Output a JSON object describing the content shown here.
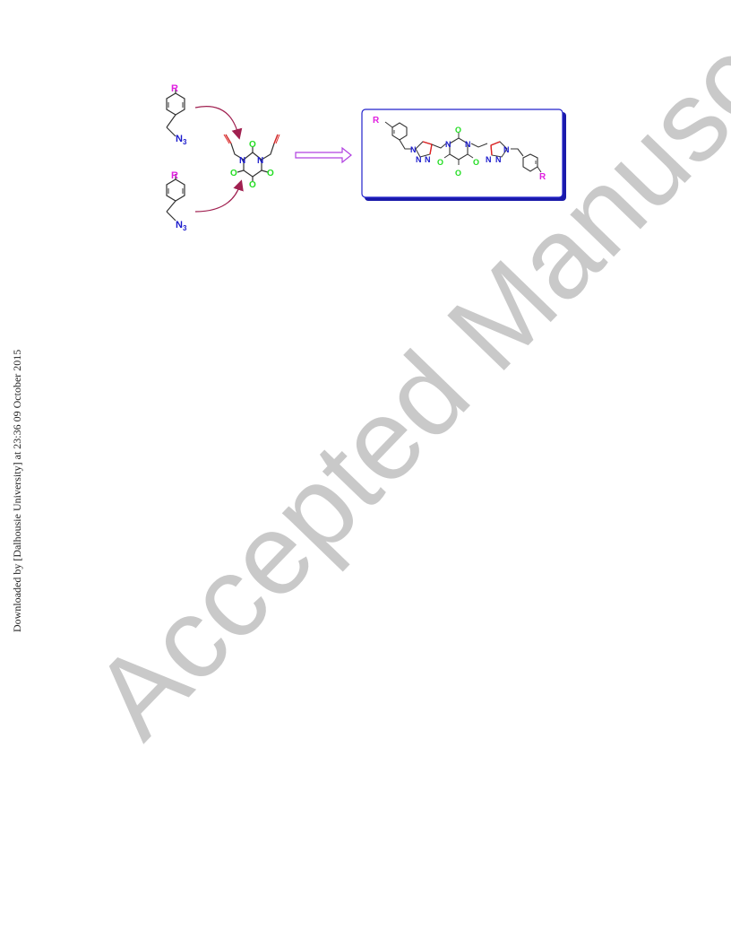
{
  "scheme": {
    "azide_1": {
      "substituent": "R",
      "group": "N",
      "subscript": "3"
    },
    "azide_2": {
      "substituent": "R",
      "group": "N",
      "subscript": "3"
    },
    "alloxan_core": {
      "nitrogen": "N",
      "oxygen": "O"
    },
    "product": {
      "substituent": "R",
      "nitrogen": "N",
      "oxygen": "O"
    }
  },
  "side_note": "Downloaded by [Dalhousie University] at 23:36 09 October 2015",
  "watermark": "Accepted Manuscript",
  "colors": {
    "substituent": "#e020e0",
    "nitrogen": "#1a1acc",
    "oxygen": "#22dd22",
    "bond": "#333333",
    "triazole": "#e02020",
    "propargyl": "#e02020",
    "curve": "#a02050",
    "arrow": "#b040e0",
    "box_border": "#2222cc",
    "box_shadow": "#1a1aaa",
    "watermark": "#c0c0c0"
  }
}
